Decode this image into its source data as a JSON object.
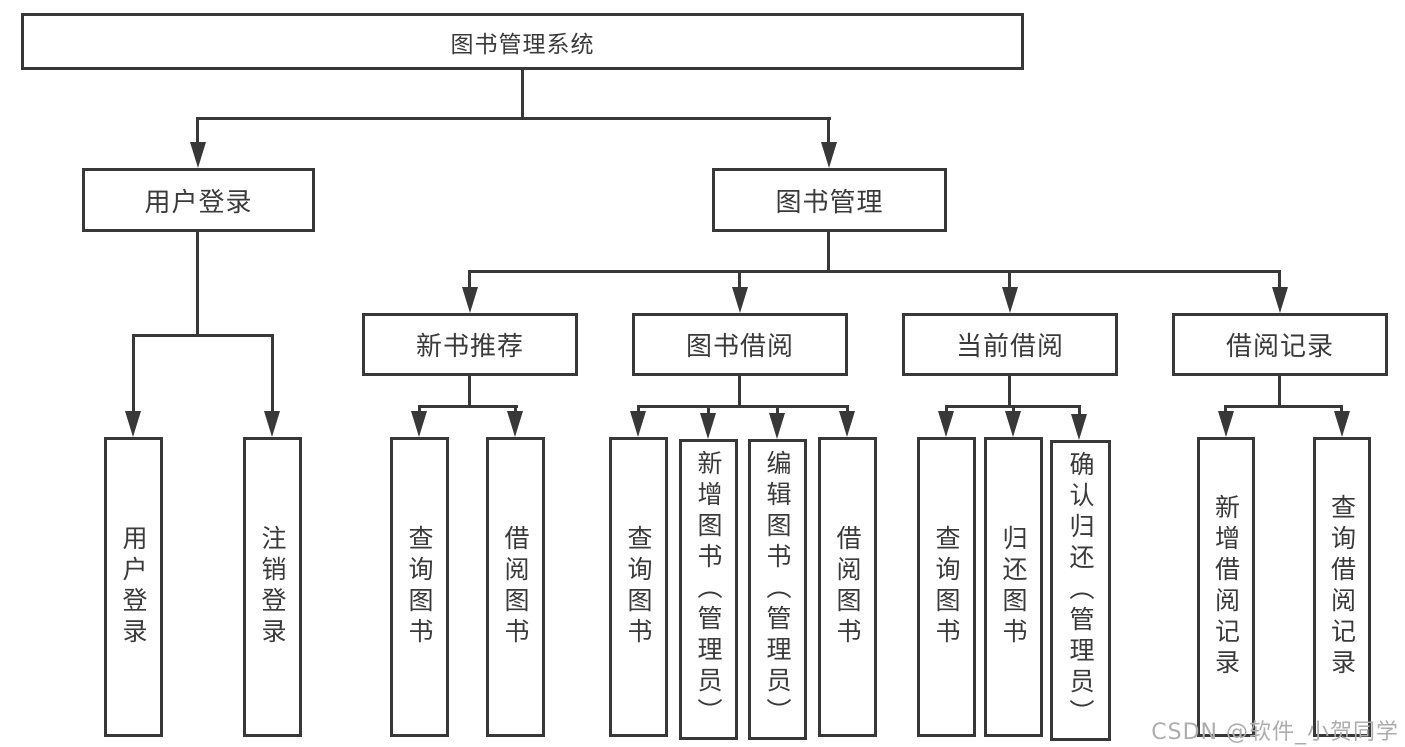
{
  "diagram": {
    "title": "图书管理系统",
    "colors": {
      "line": "#383838",
      "text": "#3a3a3a",
      "box_fill": "#ffffff",
      "background": "#ffffff",
      "watermark": "#adadad"
    },
    "nodes": {
      "root": "图书管理系统",
      "user_login": "用户登录",
      "book_mgmt": "图书管理",
      "new_book_rec": "新书推荐",
      "book_borrow": "图书借阅",
      "current_borrow": "当前借阅",
      "borrow_record": "借阅记录"
    },
    "leaves": {
      "user_login": [
        "用户登录",
        "注销登录"
      ],
      "new_book_rec": [
        "查询图书",
        "借阅图书"
      ],
      "book_borrow": [
        "查询图书",
        "新增图书（管理员）",
        "编辑图书（管理员）",
        "借阅图书"
      ],
      "current_borrow": [
        "查询图书",
        "归还图书",
        "确认归还（管理员）"
      ],
      "borrow_record": [
        "新增借阅记录",
        "查询借阅记录"
      ]
    },
    "watermark": "CSDN @软件_小贺同学"
  }
}
